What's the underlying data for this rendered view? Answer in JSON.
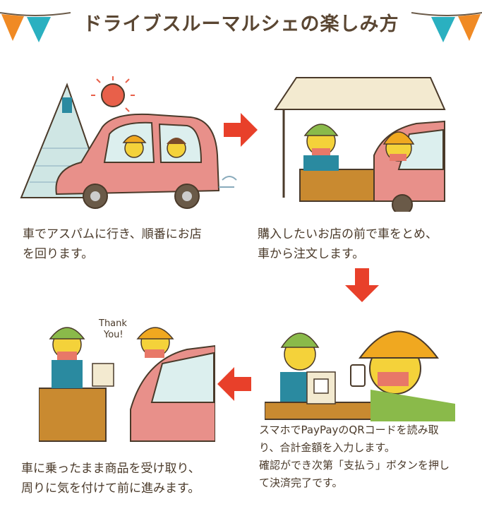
{
  "header": {
    "title": "ドライブスルーマルシェの楽しみ方"
  },
  "steps": [
    {
      "caption_lines": [
        "車でアスパムに行き、順番にお店",
        "を回ります。"
      ],
      "icon": "car-driving-illustration"
    },
    {
      "caption_lines": [
        "購入したいお店の前で車をとめ、",
        "車から注文します。"
      ],
      "icon": "ordering-at-stall-illustration"
    },
    {
      "caption_lines": [
        "スマホでPayPayのQRコードを読み取",
        "り、合計金額を入力します。",
        "確認ができ次第「支払う」ボタンを押し",
        "て決済完了です。"
      ],
      "icon": "paypay-payment-illustration"
    },
    {
      "caption_lines": [
        "車に乗ったまま商品を受け取り、",
        "周りに気を付けて前に進みます。"
      ],
      "icon": "receiving-goods-illustration",
      "speech": [
        "Thank",
        "You!"
      ]
    }
  ],
  "colors": {
    "arrow": "#e8402a",
    "car": "#e8908a",
    "helmet": "#8aba4a",
    "helmet_orange": "#f0a820",
    "skin": "#f4d23a",
    "mask": "#e87868",
    "flag_orange": "#f08a24",
    "flag_teal": "#2ab0c0"
  }
}
